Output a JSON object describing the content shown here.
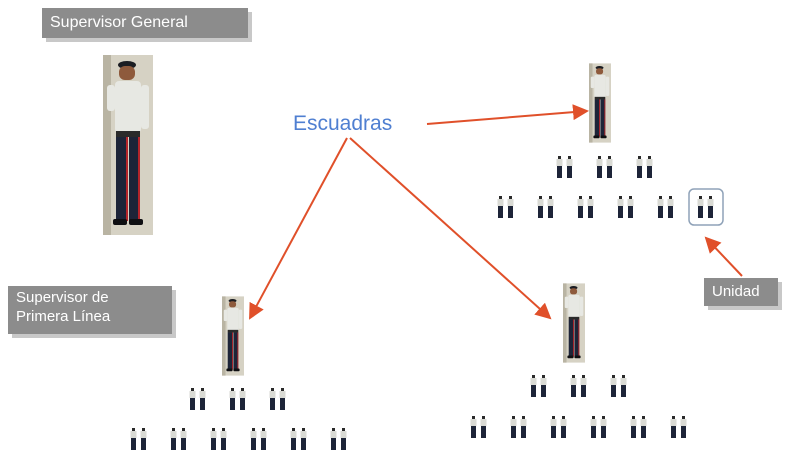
{
  "labels": {
    "supervisor_general": "Supervisor General",
    "escuadras": "Escuadras",
    "supervisor_primera_linea_1": "Supervisor de",
    "supervisor_primera_linea_2": "Primera Línea",
    "unidad": "Unidad"
  },
  "colors": {
    "label_bg": "#8c8c8c",
    "label_shadow": "#c8c8c8",
    "escuadras_text": "#4f7fd1",
    "arrow": "#e0502a",
    "unit_box": "#8fa2b8",
    "uniform_shirt": "#e7e8e3",
    "uniform_pants": "#1d2438",
    "pants_stripe": "#b5242a"
  },
  "diagram": {
    "squads": [
      {
        "rows": [
          3,
          6
        ]
      },
      {
        "rows": [
          3,
          6
        ]
      },
      {
        "rows": [
          3,
          6
        ]
      }
    ],
    "units_per_group": 2,
    "highlighted_unit": "squad-0 row-1 group-5"
  }
}
